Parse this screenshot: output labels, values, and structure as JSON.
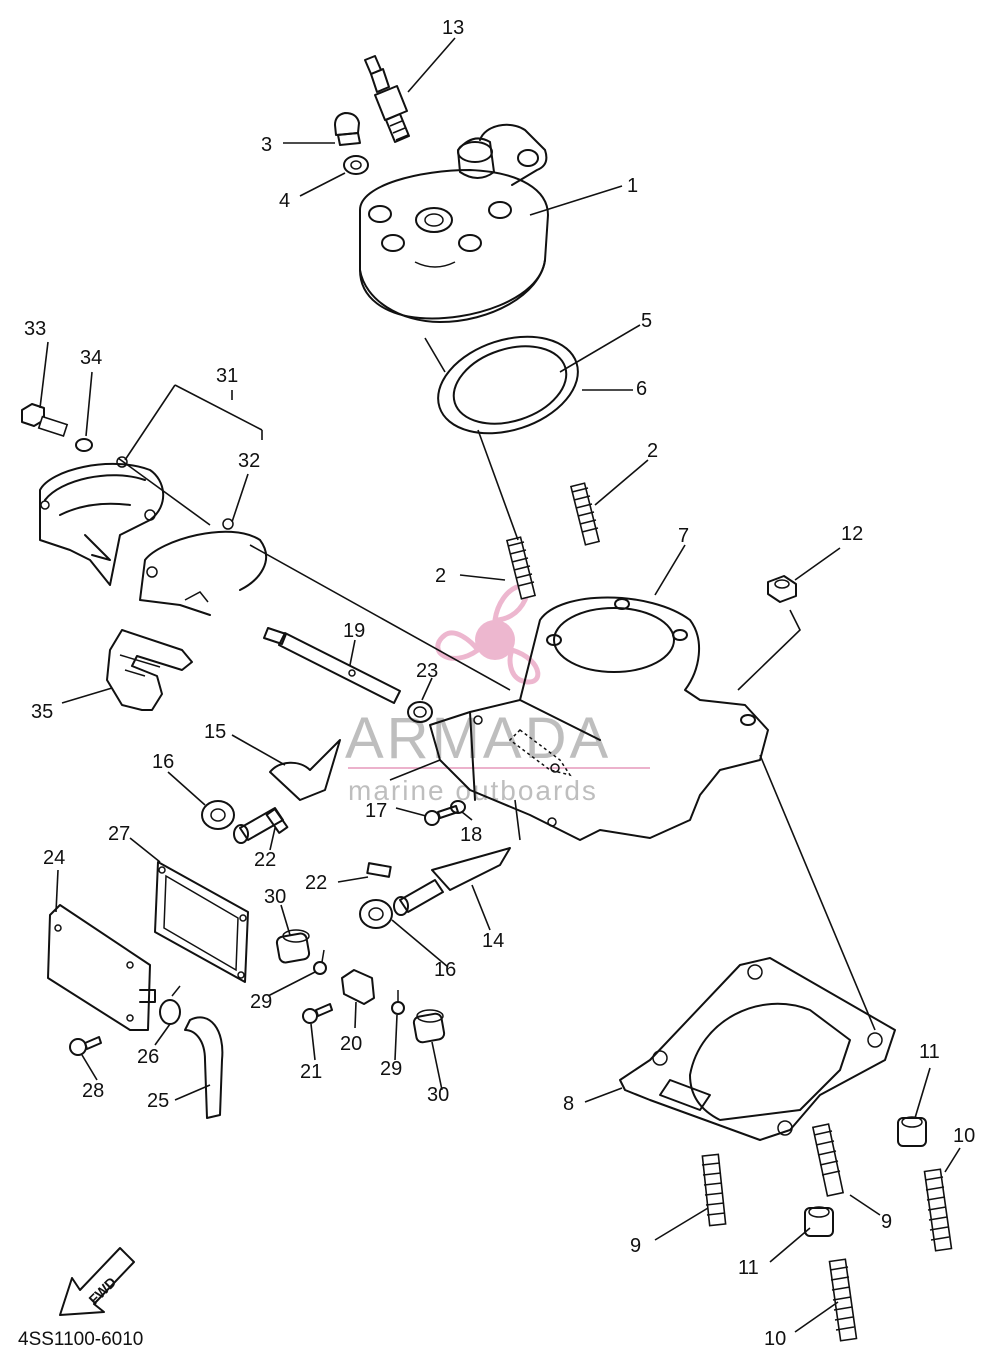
{
  "diagram": {
    "part_code": "4SS1100-6010",
    "fwd_label": "FWD",
    "watermark": {
      "brand": "ARMADA",
      "tagline": "marine outboards",
      "color": "#e8a0c0"
    },
    "callouts": [
      "13",
      "3",
      "1",
      "4",
      "33",
      "34",
      "31",
      "5",
      "6",
      "32",
      "2",
      "2",
      "7",
      "12",
      "19",
      "23",
      "35",
      "15",
      "16",
      "17",
      "18",
      "22",
      "27",
      "24",
      "22",
      "30",
      "14",
      "16",
      "29",
      "20",
      "29",
      "26",
      "21",
      "28",
      "25",
      "30",
      "8",
      "11",
      "10",
      "9",
      "9",
      "11",
      "10"
    ]
  }
}
